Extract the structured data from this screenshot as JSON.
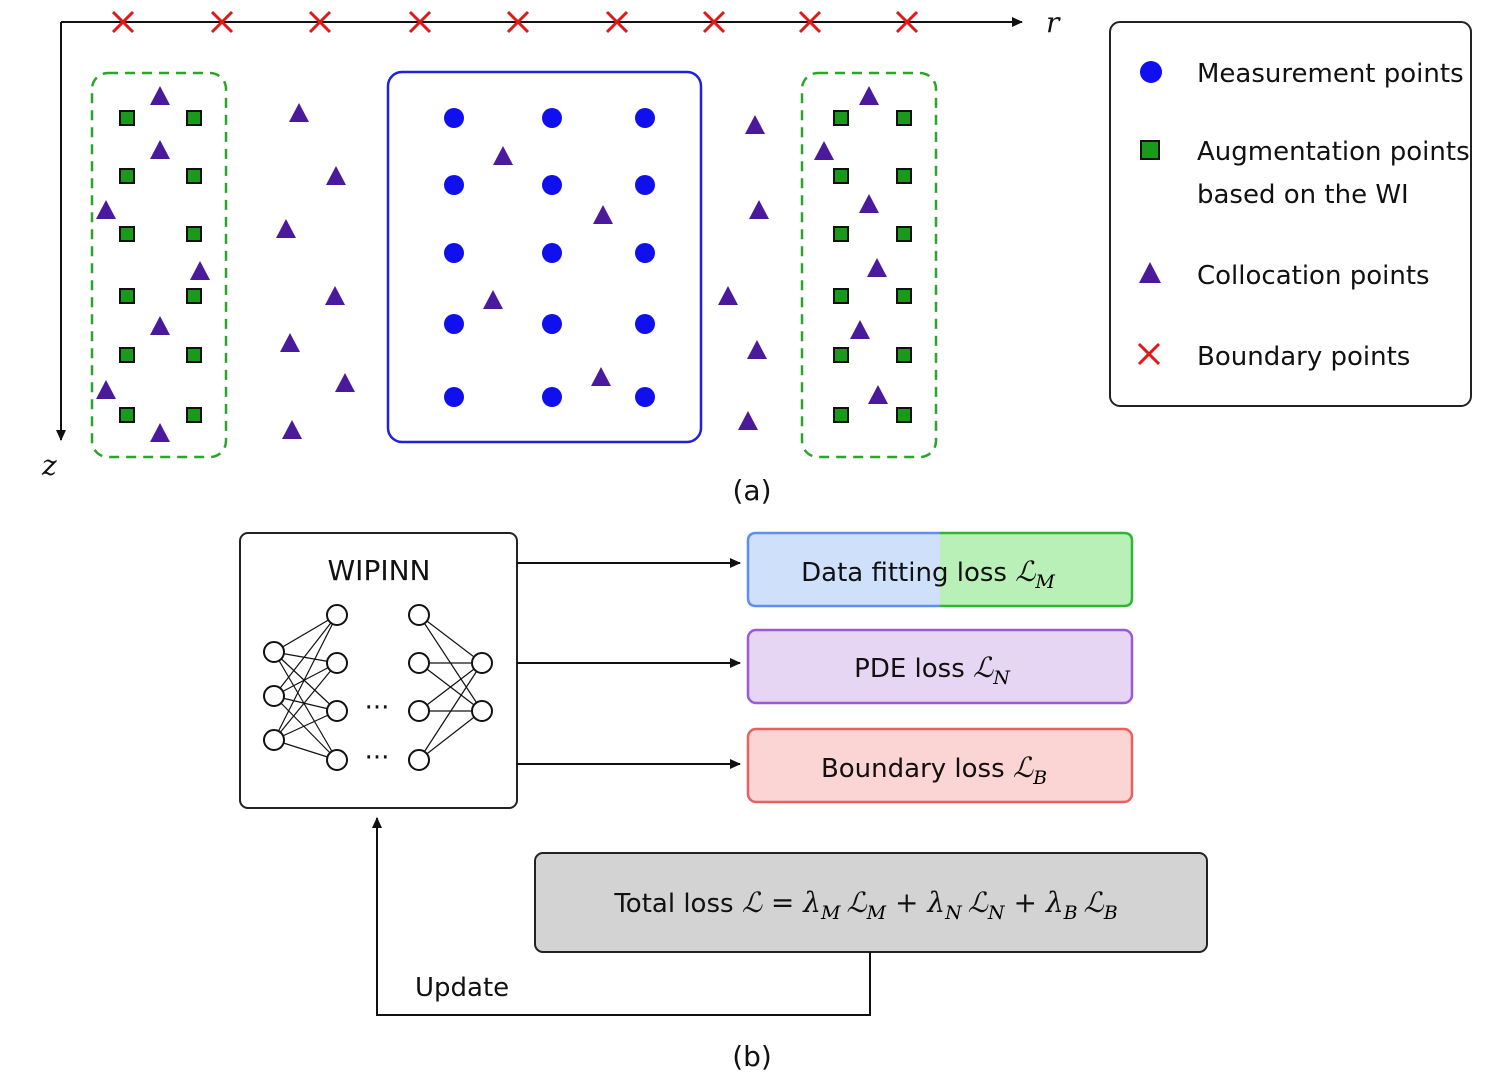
{
  "panel_a": {
    "axis_r_label": "r",
    "axis_z_label": "z",
    "caption": "(a)",
    "legend": {
      "measurement": "Measurement points",
      "augmentation_line1": "Augmentation points",
      "augmentation_line2": "based on the WI",
      "collocation": "Collocation points",
      "boundary": "Boundary points"
    }
  },
  "panel_b": {
    "caption": "(b)",
    "network_title": "WIPINN",
    "ellipsis": "···",
    "data_loss": {
      "text": "Data fitting loss ",
      "symbol": "ℒ",
      "sub": "M"
    },
    "pde_loss": {
      "text": "PDE loss ",
      "symbol": "ℒ",
      "sub": "N"
    },
    "boundary_loss": {
      "text": "Boundary loss ",
      "symbol": "ℒ",
      "sub": "B"
    },
    "total_loss": {
      "prefix": "Total loss ",
      "L": "ℒ",
      "eq": " = ",
      "lambda": "λ",
      "plus": " + ",
      "sub_M": "M",
      "sub_N": "N",
      "sub_B": "B"
    },
    "update_label": "Update"
  },
  "colors": {
    "measurement": "#1010ee",
    "augmentation": "#1a9a1a",
    "collocation": "#4b1a9c",
    "boundary": "#e01818",
    "green_dash": "#2aa52a",
    "blue_box": "#2020dd",
    "data_blue": "#cfe0fb",
    "data_green": "#b8f0b8",
    "pde_fill": "#e6d6f4",
    "pde_stroke": "#9a5ad6",
    "boundary_fill": "#fbd4d4",
    "boundary_stroke": "#ea6060",
    "total_fill": "#d3d3d3"
  }
}
